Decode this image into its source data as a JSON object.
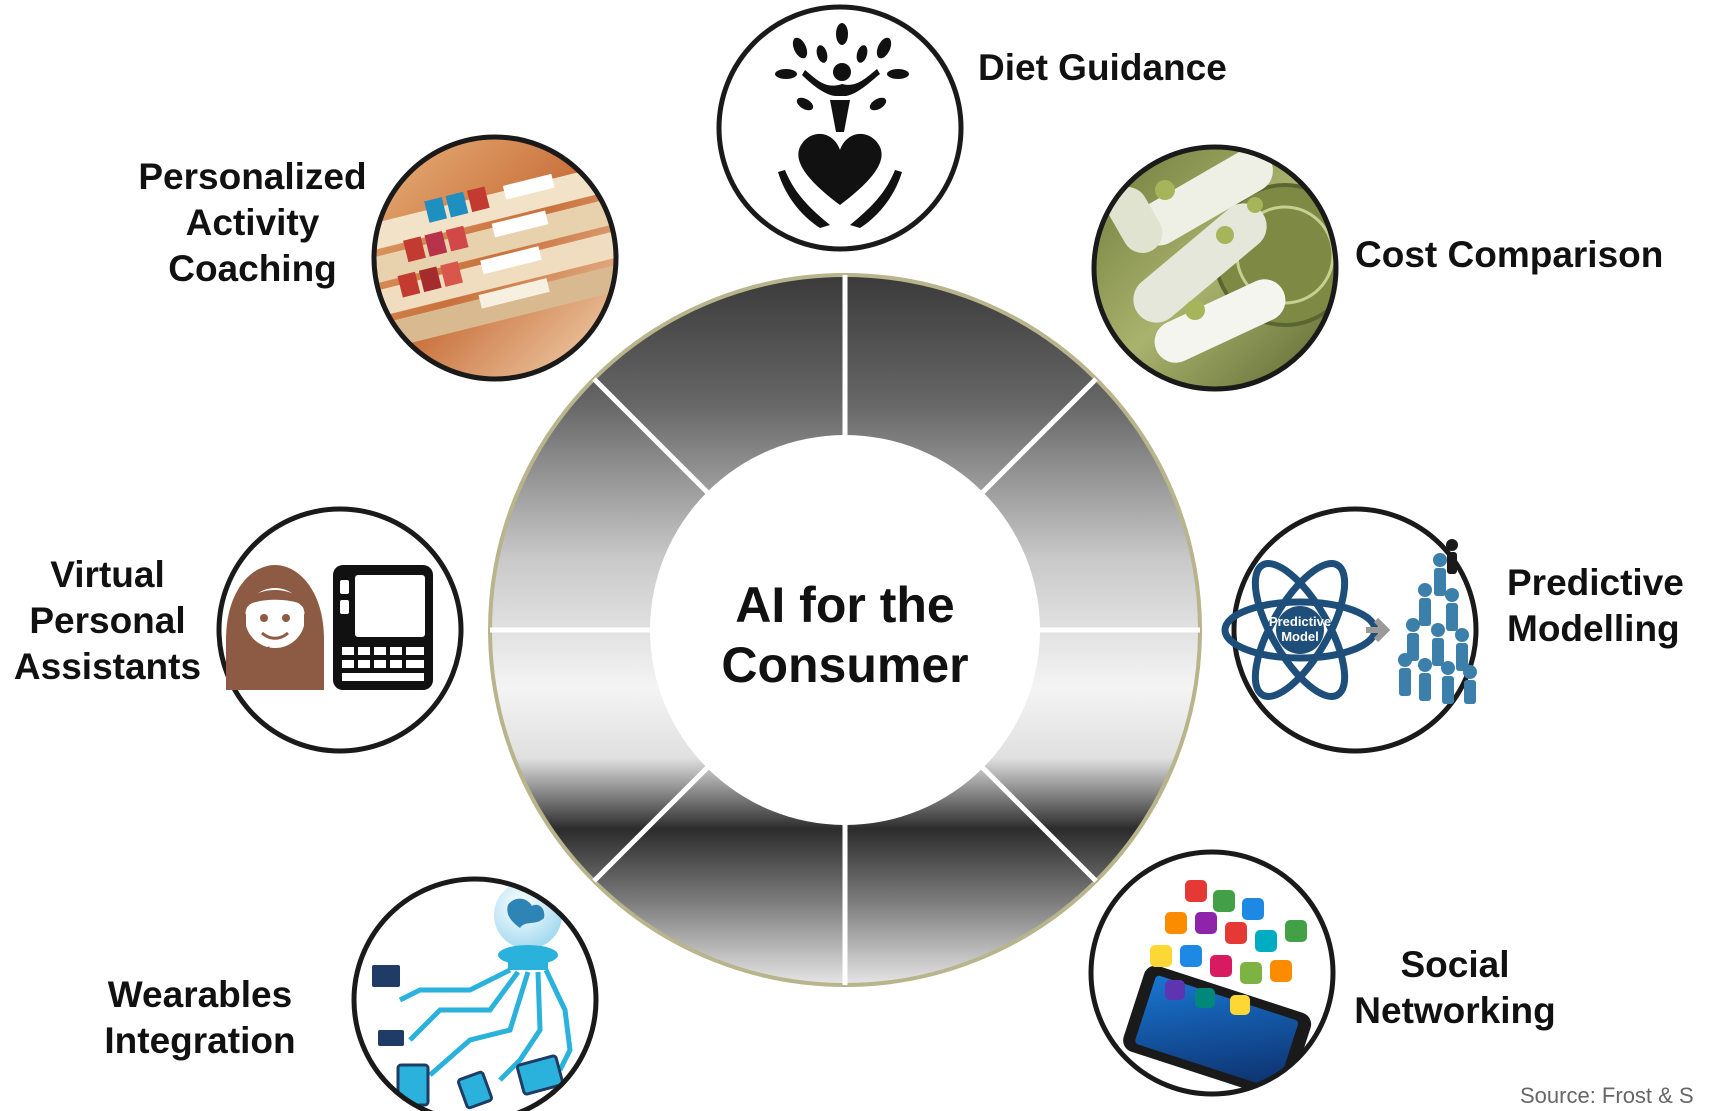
{
  "center": {
    "title": "AI for the\nConsumer"
  },
  "features": [
    {
      "id": "diet",
      "label": "Diet Guidance",
      "icon": "tree-heart-hands-icon"
    },
    {
      "id": "cost",
      "label": "Cost Comparison",
      "icon": "pills-money-icon"
    },
    {
      "id": "predictive",
      "label": "Predictive\nModelling",
      "icon": "atom-people-icon"
    },
    {
      "id": "social",
      "label": "Social\nNetworking",
      "icon": "smartphone-apps-icon"
    },
    {
      "id": "wearables",
      "label": "Wearables\nIntegration",
      "icon": "globe-devices-icon"
    },
    {
      "id": "assistants",
      "label": "Virtual\nPersonal\nAssistants",
      "icon": "headset-tablet-icon"
    },
    {
      "id": "coaching",
      "label": "Personalized\nActivity\nCoaching",
      "icon": "file-folders-icon"
    }
  ],
  "model_text": "Predictive\nModel",
  "source": "Source: Frost & S",
  "colors": {
    "ring_dark": "#3a3a3a",
    "ring_light": "#f4f4f4",
    "ring_border": "#b8b58c",
    "circle_border": "#1a1a1a",
    "brown": "#8d5a43",
    "cyan": "#2ab2dc",
    "navy": "#1e4f7a",
    "olive": "#8f9a55"
  }
}
